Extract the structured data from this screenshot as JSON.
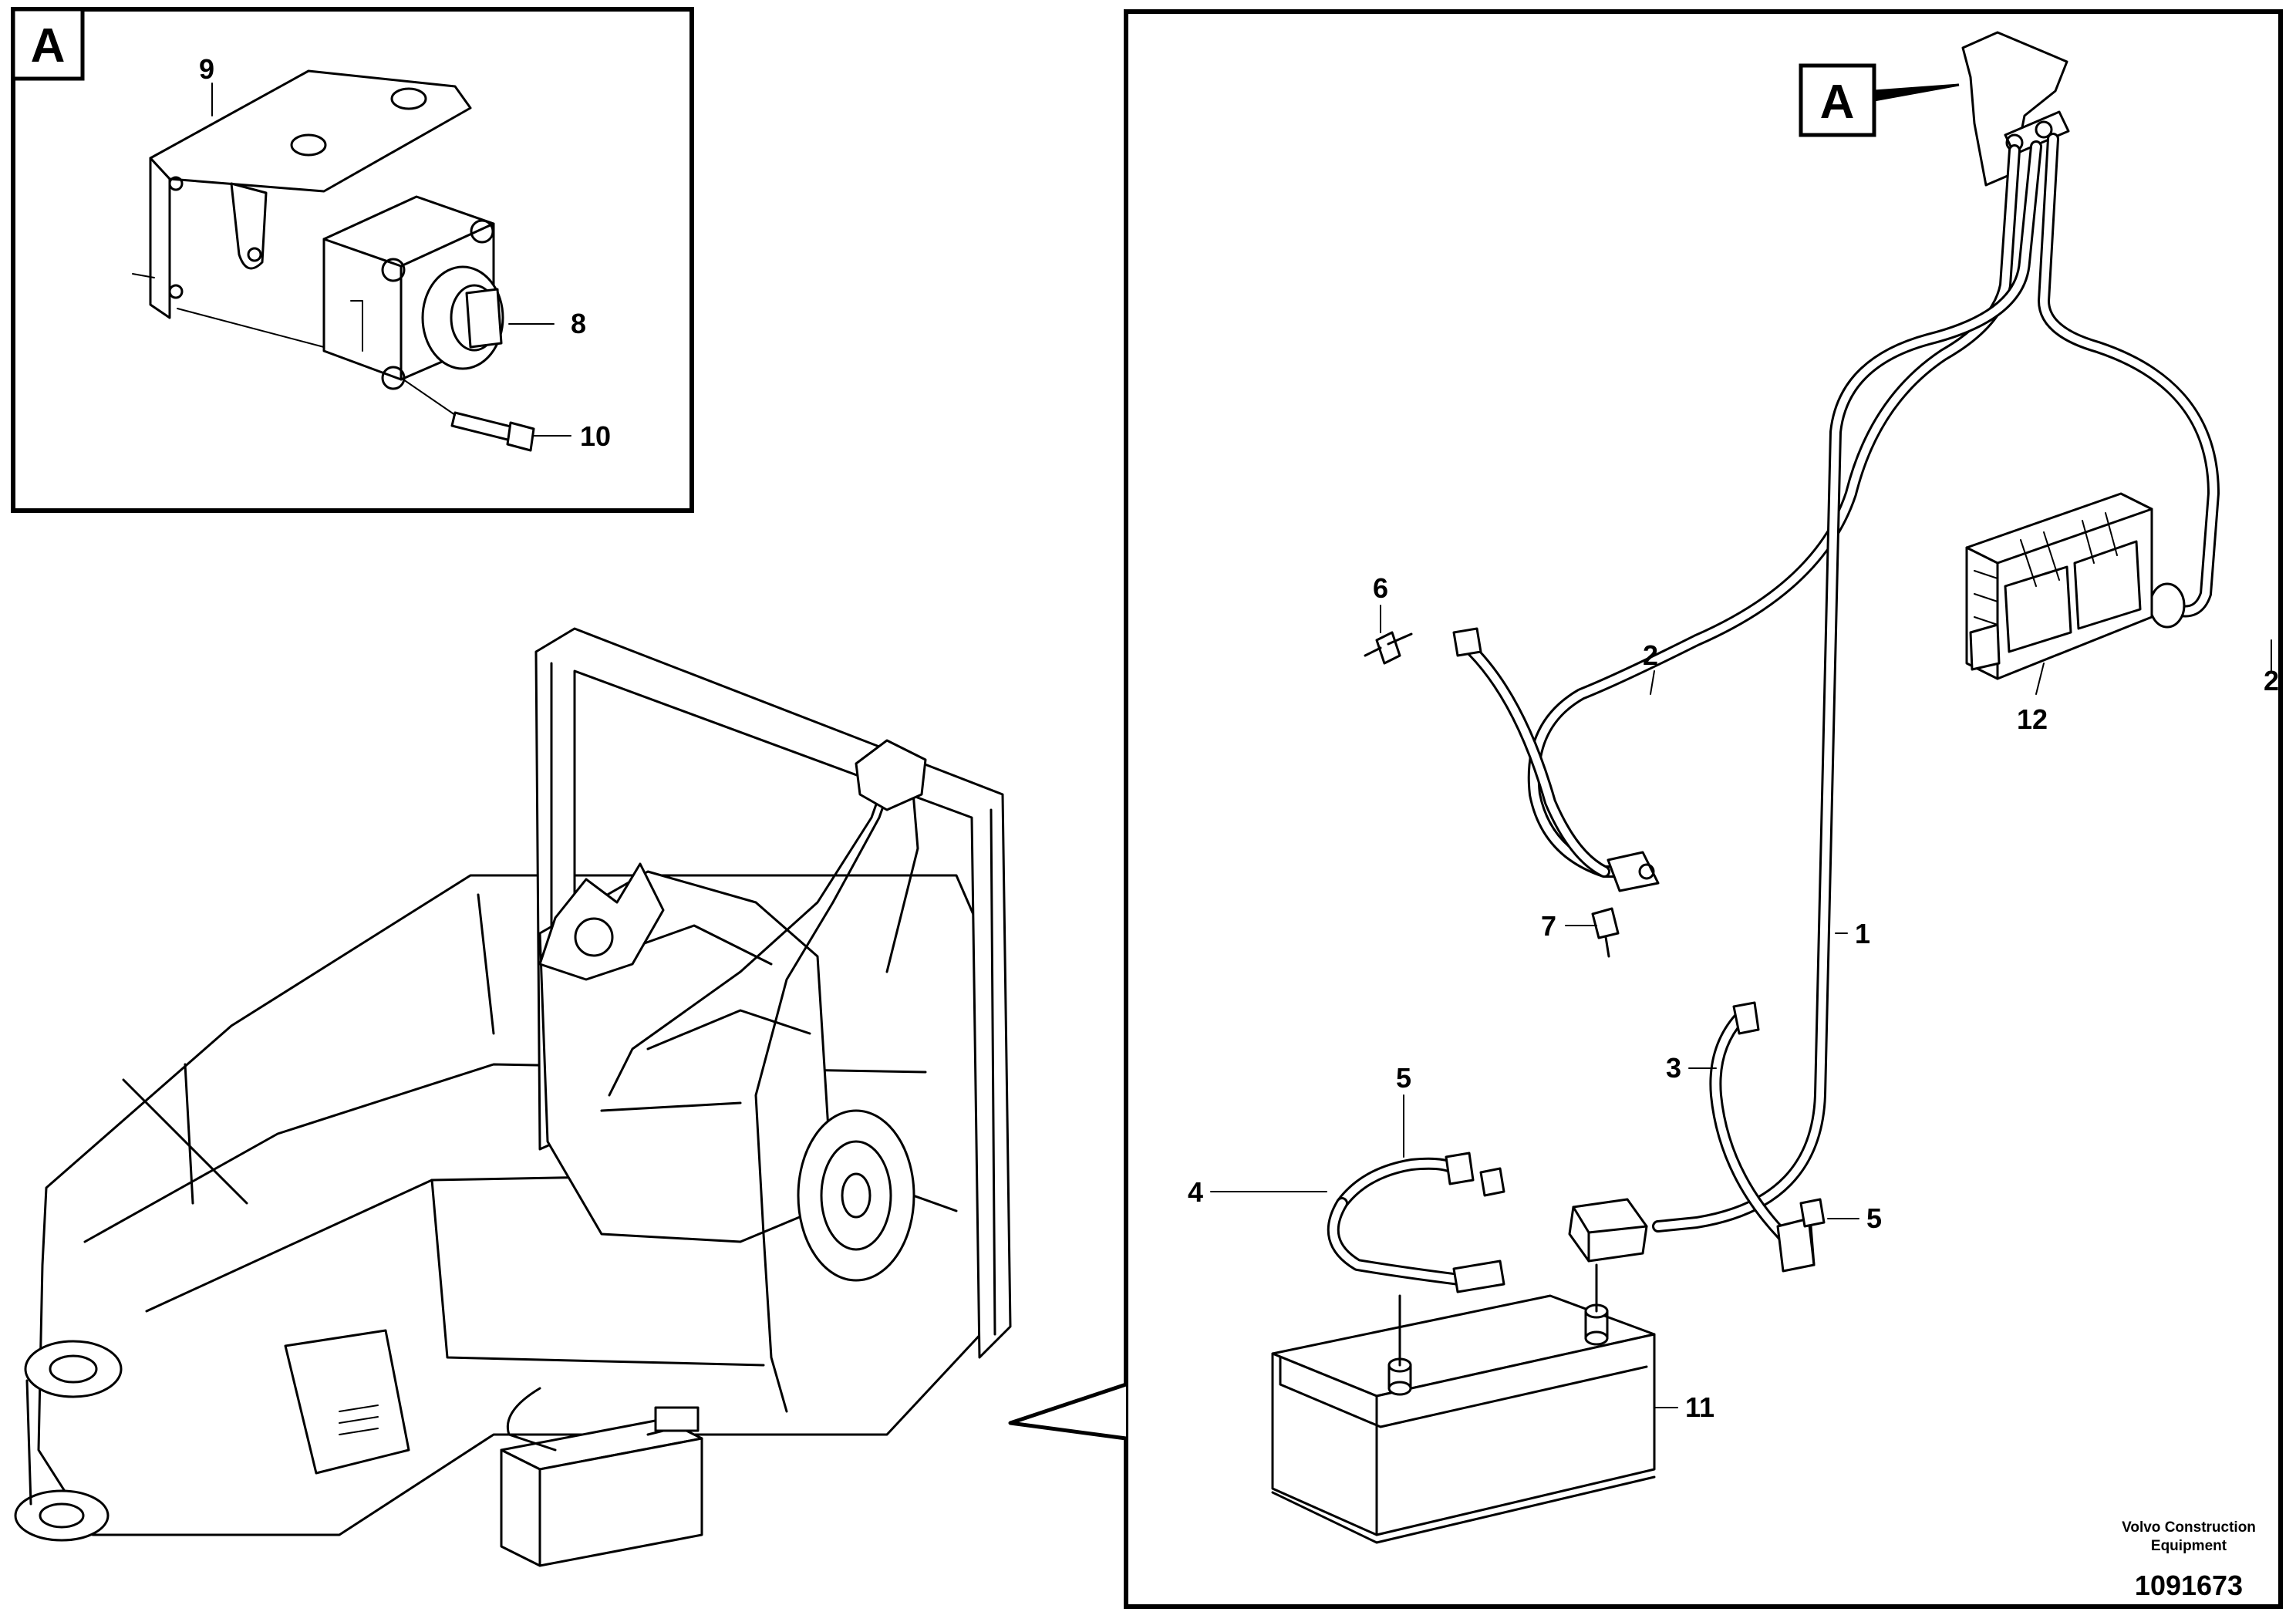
{
  "detail_tag": "A",
  "callouts": {
    "c1": "1",
    "c2a": "2",
    "c2b": "2",
    "c3": "3",
    "c4": "4",
    "c5a": "5",
    "c5b": "5",
    "c6": "6",
    "c7": "7",
    "c8": "8",
    "c9": "9",
    "c10": "10",
    "c11": "11",
    "c12": "12"
  },
  "brand": {
    "line1": "Volvo Construction",
    "line2": "Equipment"
  },
  "document_number": "1091673"
}
